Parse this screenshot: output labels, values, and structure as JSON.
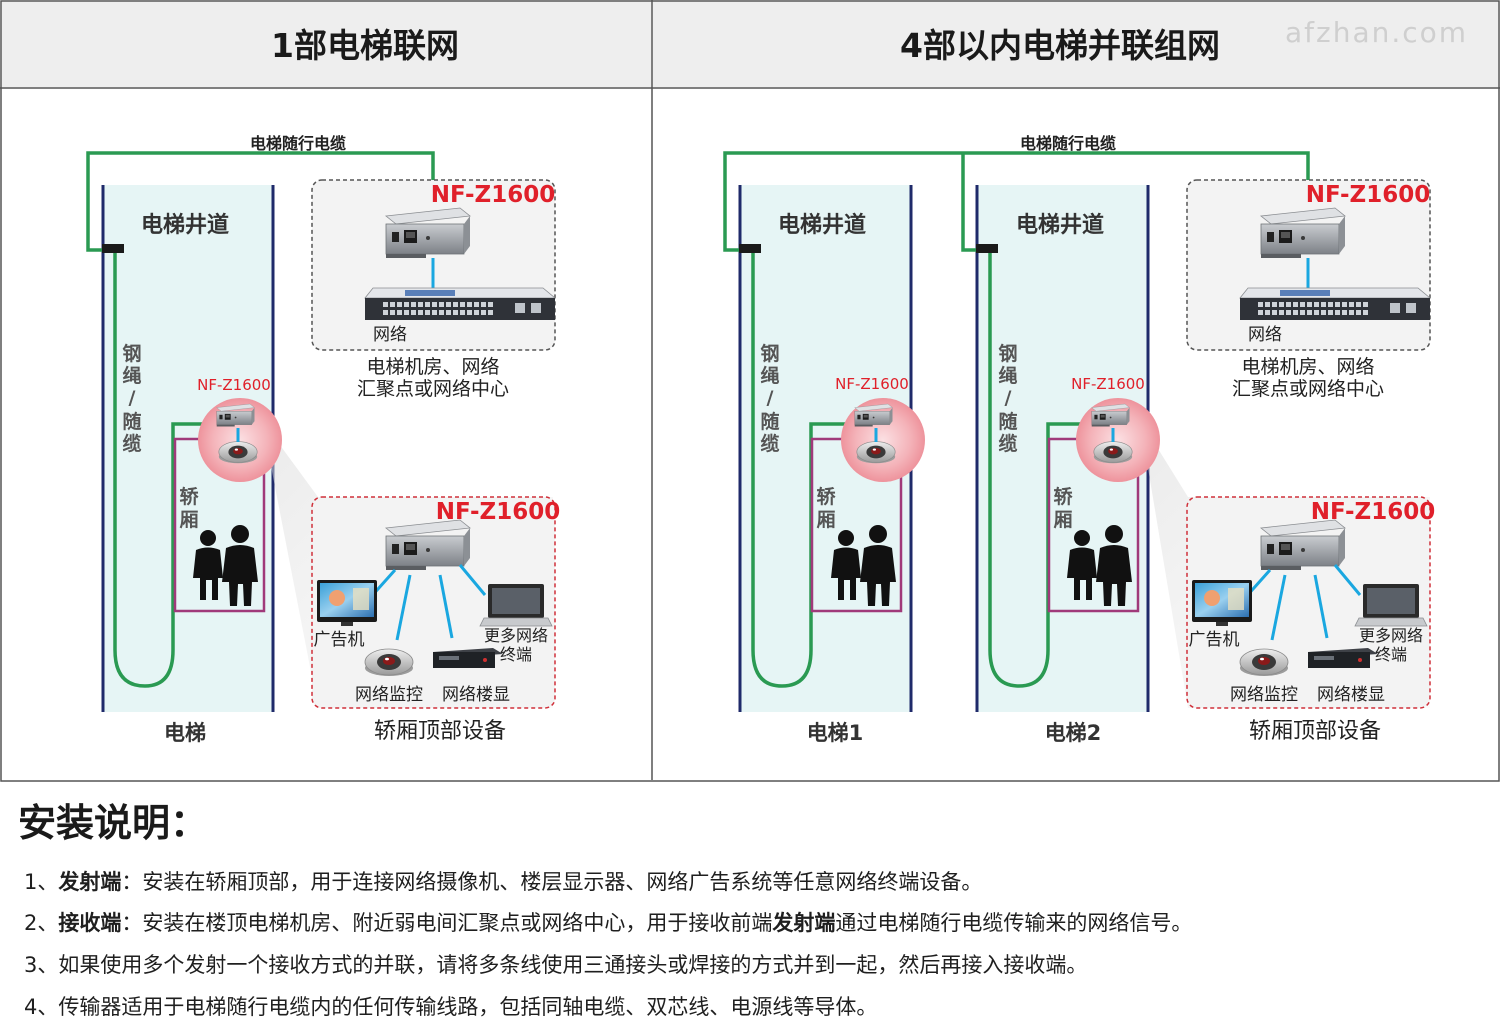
{
  "watermark": "afzhan.com",
  "panels": [
    {
      "title": "1部电梯联网",
      "cable_label": "电梯随行电缆",
      "shaft_label": "电梯井道",
      "rope_label": [
        "钢",
        "绳",
        "/",
        "随",
        "缆"
      ],
      "car_label": [
        "轿",
        "厢"
      ],
      "device_label": "NF-Z1600",
      "small_device_label": "NF-Z1600",
      "network_label": "网络",
      "machine_room_label": [
        "电梯机房、网络",
        "汇聚点或网络中心"
      ],
      "top_equipment_label": "NF-Z1600",
      "ad_label": "广告机",
      "more_label": [
        "更多网络",
        "终端"
      ],
      "camera_label": "网络监控",
      "floor_display_label": "网络楼显",
      "car_top_label": "轿厢顶部设备",
      "elevator_labels": [
        "电梯"
      ]
    },
    {
      "title": "4部以内电梯并联组网",
      "cable_label": "电梯随行电缆",
      "shaft_label": "电梯井道",
      "rope_label": [
        "钢",
        "绳",
        "/",
        "随",
        "缆"
      ],
      "car_label": [
        "轿",
        "厢"
      ],
      "device_label": "NF-Z1600",
      "small_device_label": "NF-Z1600",
      "network_label": "网络",
      "machine_room_label": [
        "电梯机房、网络",
        "汇聚点或网络中心"
      ],
      "top_equipment_label": "NF-Z1600",
      "ad_label": "广告机",
      "more_label": [
        "更多网络",
        "终端"
      ],
      "camera_label": "网络监控",
      "floor_display_label": "网络楼显",
      "car_top_label": "轿厢顶部设备",
      "elevator_labels": [
        "电梯1",
        "电梯2"
      ]
    }
  ],
  "notes": {
    "title": "安装说明：",
    "items": [
      {
        "num": "1、",
        "term": "发射端",
        "text": "：安装在轿厢顶部，用于连接网络摄像机、楼层显示器、网络广告系统等任意网络终端设备。"
      },
      {
        "num": "2、",
        "term": "接收端",
        "text": "：安装在楼顶电梯机房、附近弱电间汇聚点或网络中心，用于接收前端",
        "term2": "发射端",
        "text2": "通过电梯随行电缆传输来的网络信号。"
      },
      {
        "num": "3、",
        "text": "如果使用多个发射一个接收方式的并联，请将多条线使用三通接头或焊接的方式并到一起，然后再接入接收端。"
      },
      {
        "num": "4、",
        "text": "传输器适用于电梯随行电缆内的任何传输线路，包括同轴电缆、双芯线、电源线等导体。"
      }
    ]
  },
  "colors": {
    "cable": "#2a9a52",
    "shaft_fill": "#e6f5f5",
    "shaft_rail": "#1f2a6a",
    "car_frame": "#a03a7a",
    "link": "#1aa7e0",
    "red_label": "#e0202a",
    "glow": "#f2a6ad"
  }
}
